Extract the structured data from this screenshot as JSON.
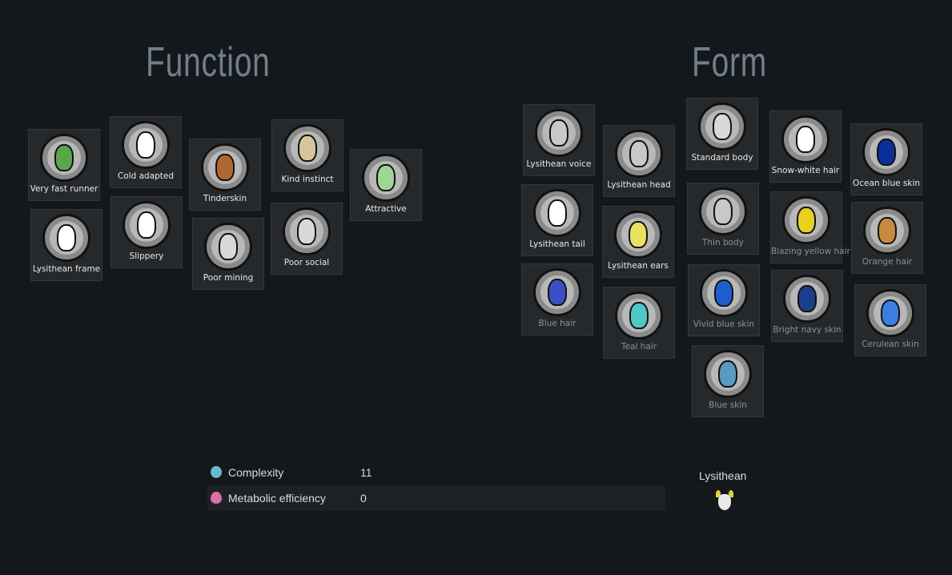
{
  "headings": {
    "function": "Function",
    "form": "Form"
  },
  "function_genes": [
    {
      "label": "Very fast runner",
      "color": "#5aa64a",
      "dim": false
    },
    {
      "label": "Lysithean frame",
      "color": "#ffffff",
      "dim": false
    },
    {
      "label": "Cold adapted",
      "color": "#ffffff",
      "dim": false
    },
    {
      "label": "Slippery",
      "color": "#ffffff",
      "dim": false
    },
    {
      "label": "Tinderskin",
      "color": "#b0662f",
      "dim": false
    },
    {
      "label": "Poor mining",
      "color": "#d8d8d8",
      "dim": false
    },
    {
      "label": "Kind instinct",
      "color": "#d8c49a",
      "dim": false
    },
    {
      "label": "Poor social",
      "color": "#d8d8d8",
      "dim": false
    },
    {
      "label": "Attractive",
      "color": "#9ed694",
      "dim": false
    }
  ],
  "form_genes": [
    {
      "label": "Lysithean voice",
      "color": "#c8c8c8",
      "dim": false
    },
    {
      "label": "Lysithean tail",
      "color": "#ffffff",
      "dim": false
    },
    {
      "label": "Blue hair",
      "color": "#3b4fc4",
      "dim": true
    },
    {
      "label": "Lysithean head",
      "color": "#c8c8c8",
      "dim": false
    },
    {
      "label": "Lysithean ears",
      "color": "#e8e060",
      "dim": false
    },
    {
      "label": "Teal hair",
      "color": "#4fc8c4",
      "dim": true
    },
    {
      "label": "Standard body",
      "color": "#d8d8d8",
      "dim": false
    },
    {
      "label": "Thin body",
      "color": "#c8c8c8",
      "dim": true
    },
    {
      "label": "Vivid blue skin",
      "color": "#1e5fd0",
      "dim": true
    },
    {
      "label": "Blue skin",
      "color": "#5a9ac0",
      "dim": true
    },
    {
      "label": "Snow-white hair",
      "color": "#ffffff",
      "dim": false
    },
    {
      "label": "Blazing yellow hair",
      "color": "#e8d020",
      "dim": true
    },
    {
      "label": "Bright navy skin",
      "color": "#1a3f8a",
      "dim": true
    },
    {
      "label": "Ocean blue skin",
      "color": "#0c2e9a",
      "dim": false
    },
    {
      "label": "Orange hair",
      "color": "#c88a40",
      "dim": true
    },
    {
      "label": "Cerulean skin",
      "color": "#3a7ee0",
      "dim": true
    }
  ],
  "stats": [
    {
      "label": "Complexity",
      "value": "11",
      "icon": "complexity-icon",
      "color": "#6ab8d0"
    },
    {
      "label": "Metabolic efficiency",
      "value": "0",
      "icon": "metabolism-icon",
      "color": "#d870a8"
    }
  ],
  "xenotype": {
    "name": "Lysithean"
  }
}
